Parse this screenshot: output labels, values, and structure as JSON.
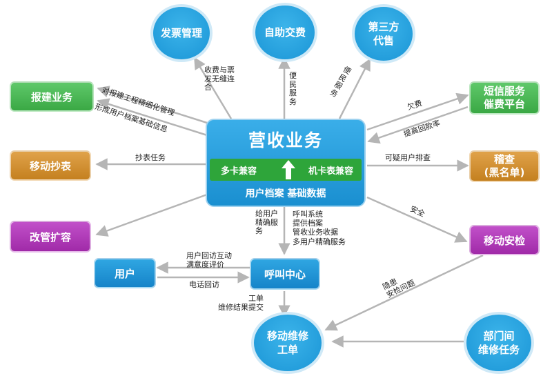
{
  "center": {
    "title": "营收业务",
    "left_band": "多卡兼容",
    "right_band": "机卡表兼容",
    "footer": "用户档案 基础数据"
  },
  "nodes": {
    "invoice": "发票管理",
    "self_pay": "自助交费",
    "third_party": "第三方\n代售",
    "sms": "短信服务\n催费平台",
    "audit": "稽查\n(黑名单)",
    "security": "移动安检",
    "dept": "部门间\n维修任务",
    "repair": "移动维修\n工单",
    "call": "呼叫中心",
    "user": "用户",
    "expand": "改管扩容",
    "meter": "移动抄表",
    "report": "报建业务"
  },
  "labels": {
    "invoice_flow": "收费与票\n发无缝连\n合",
    "self_pay_flow": "便民服务",
    "third_flow": "便民服务",
    "sms_out": "欠费",
    "sms_back": "提高回款率",
    "audit_flow": "可疑用户排查",
    "security_flow": "安全",
    "security_repair": "隐患\n安检问题",
    "report_flow_1": "对报建工程精细化管理",
    "report_flow_2": "形成用户档案基础信息",
    "meter_flow": "抄表任务",
    "call_left": "给用户精确服务",
    "call_right": "呼叫系统\n提供档案\n管收业务收据\n多用户精确服务",
    "user_call_1": "用户回访互动",
    "user_call_2": "满意度评价",
    "user_call_3": "电话回访",
    "call_repair": "工单\n维修结果提交"
  },
  "colors": {
    "circle": "#1a95d6",
    "green": "#3aa844",
    "orange": "#c4801f",
    "purple": "#a02aa8",
    "blue": "#1684c9",
    "arrow": "#b5b5b5"
  }
}
